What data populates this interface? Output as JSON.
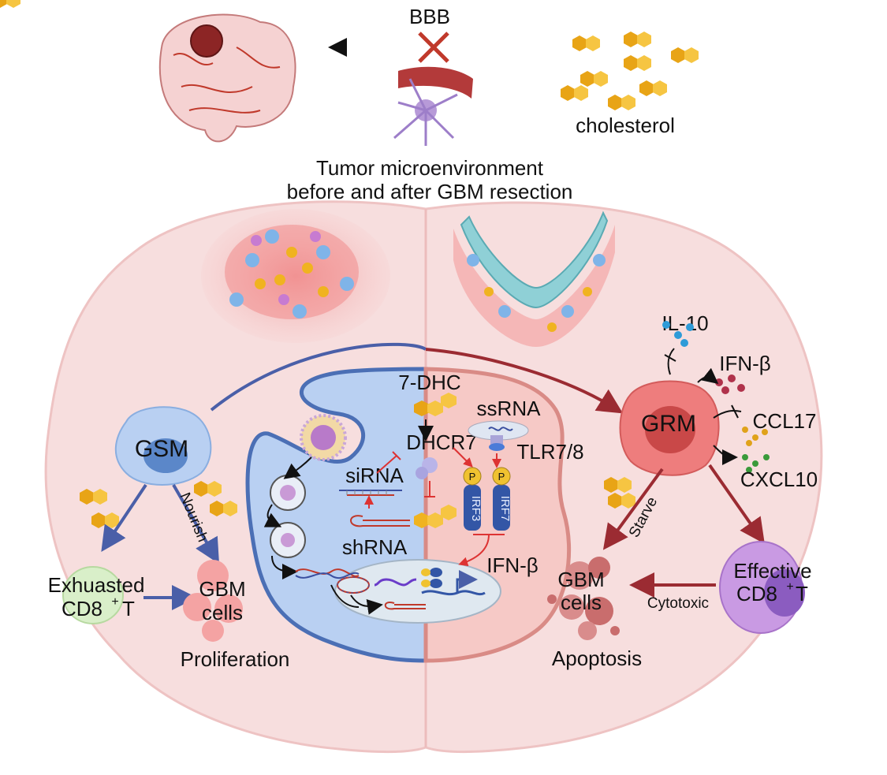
{
  "top": {
    "barrier_label": "BBB",
    "cholesterol_label": "cholesterol",
    "title_line1": "Tumor microenvironment",
    "title_line2": "before and after GBM resection"
  },
  "left": {
    "gsm_label": "GSM",
    "nourish_label": "Nourish",
    "exhausted_line1": "Exhuasted",
    "exhausted_line2": "CD8",
    "exhausted_sup": "+",
    "exhausted_t": "T",
    "gbm_line1": "GBM",
    "gbm_line2": "cells",
    "outcome": "Proliferation"
  },
  "center": {
    "dhc_label": "7-DHC",
    "dhcr7_label": "DHCR7",
    "sirna_label": "siRNA",
    "shrna_label": "shRNA",
    "ssrna_label": "ssRNA",
    "tlr_label": "TLR7/8",
    "irf3_label": "IRF3",
    "irf7_label": "IRF7",
    "p_label": "P",
    "ifnb_label": "IFN-β"
  },
  "right": {
    "grm_label": "GRM",
    "il10_label": "IL-10",
    "ifnb_label": "IFN-β",
    "ccl17_label": "CCL17",
    "cxcl10_label": "CXCL10",
    "starve_label": "Starve",
    "effective_line1": "Effective",
    "effective_line2": "CD8",
    "effective_sup": "+",
    "effective_t": "T",
    "cytotoxic_label": "Cytotoxic",
    "gbm_line1": "GBM",
    "gbm_line2": "cells",
    "outcome": "Apoptosis"
  },
  "colors": {
    "brain_fill": "#f7dede",
    "left_cell": "#b9d0f2",
    "right_cell": "#f6c9c6",
    "blue_arrow": "#4a5fa8",
    "red_arrow": "#9b2b32",
    "cholesterol": "#f0b320"
  }
}
